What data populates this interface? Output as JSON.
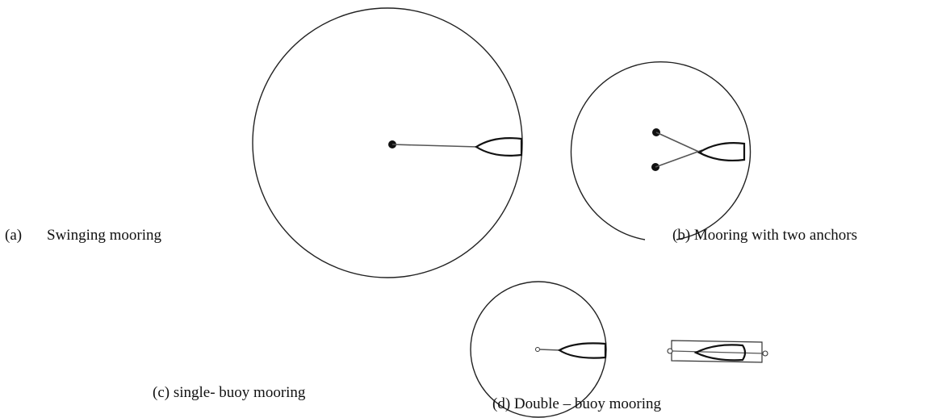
{
  "captions": {
    "a_letter": "(a)",
    "a_text": "Swinging mooring",
    "b": "(b) Mooring with two anchors",
    "c": "(c) single- buoy mooring",
    "d": "(d) Double – buoy mooring"
  },
  "colors": {
    "ink": "#111111",
    "line": "#444444",
    "background": "#ffffff"
  }
}
